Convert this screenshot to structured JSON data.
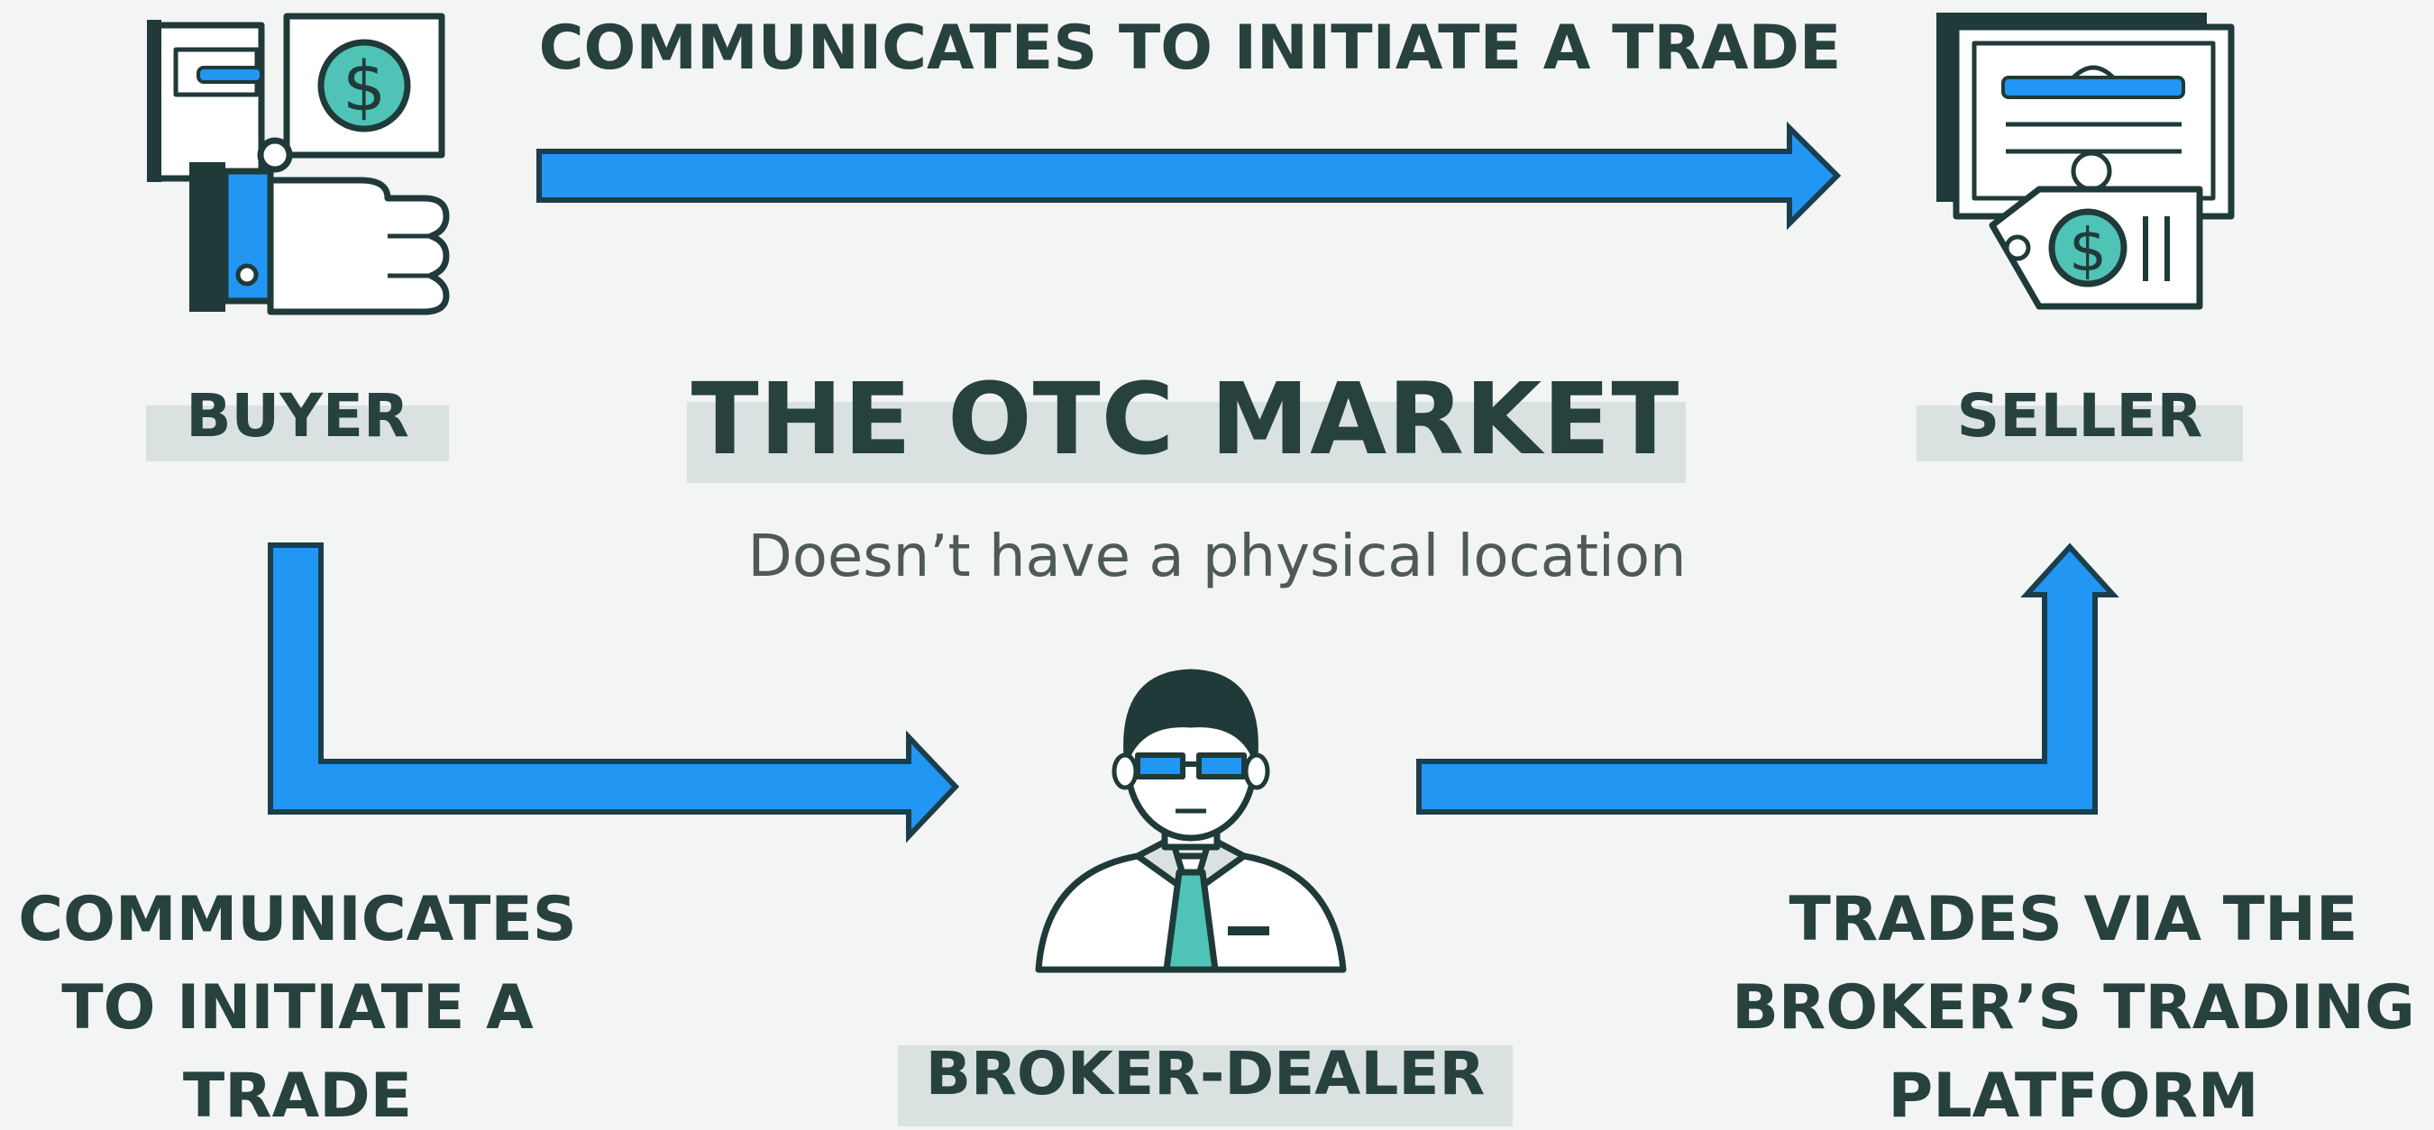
{
  "title": "THE OTC MARKET",
  "subtitle": "Doesn’t have a physical location",
  "nodes": {
    "buyer": "BUYER",
    "seller": "SELLER",
    "broker_dealer": "BROKER-DEALER"
  },
  "edges": {
    "buyer_to_seller": "COMMUNICATES TO INITIATE A TRADE",
    "buyer_to_broker": [
      "COMMUNICATES",
      "TO INITIATE A",
      "TRADE"
    ],
    "broker_to_seller": [
      "TRADES VIA THE",
      "BROKER’S TRADING",
      "PLATFORM"
    ]
  },
  "icons": {
    "buyer": "hand-holding-dollar-bill-icon",
    "seller": "certificate-with-price-tag-icon",
    "broker_dealer": "broker-person-icon"
  },
  "colors": {
    "arrow": "#2196f3",
    "arrow_outline": "#1b3e4d",
    "text": "#27413e",
    "label_band": "#d9e2e1",
    "icon_accent": "#4fc3b6",
    "background": "#f3f4f4"
  }
}
